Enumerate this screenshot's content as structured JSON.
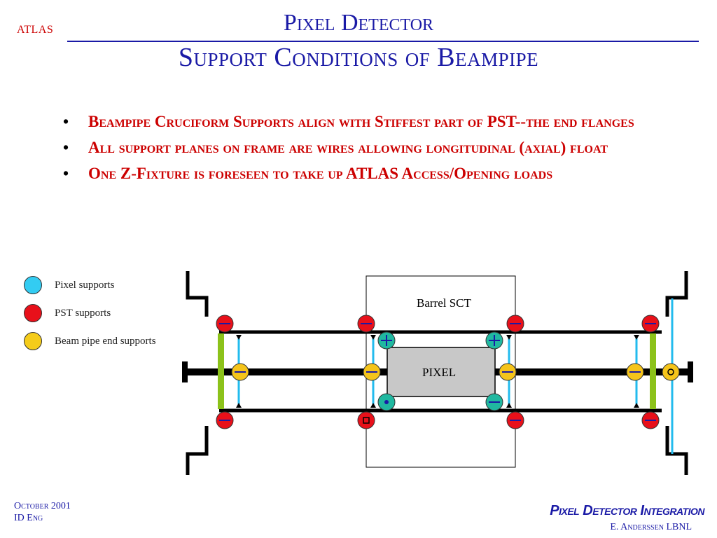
{
  "header": {
    "tag": "ATLAS",
    "title": "Pixel Detector",
    "subtitle": "Support Conditions of Beampipe"
  },
  "bullets": [
    "Beampipe Cruciform Supports align with Stiffest part of PST--the end flanges",
    "All support planes on frame are wires allowing longitudinal (axial) float",
    "One Z-Fixture is foreseen to take up ATLAS Access/Opening loads"
  ],
  "legend": [
    {
      "label": "Pixel supports",
      "color": "#33ccf2"
    },
    {
      "label": "PST supports",
      "color": "#e8101a"
    },
    {
      "label": "Beam pipe end supports",
      "color": "#f5cc1a"
    }
  ],
  "diagram": {
    "sct_label": "Barrel SCT",
    "pixel_label": "PIXEL",
    "colors": {
      "pixel_support": "#20b8a0",
      "pst_support": "#e8101a",
      "beam_support": "#f5c41a",
      "arrow": "#1a1aa6",
      "wire": "#22bbee",
      "flange": "#8cc21a",
      "pixel_box": "#c8c8c8"
    }
  },
  "footer": {
    "date": "October 2001",
    "dept": "ID Eng",
    "project": "Pixel Detector Integration",
    "author": "E. Anderssen LBNL"
  }
}
